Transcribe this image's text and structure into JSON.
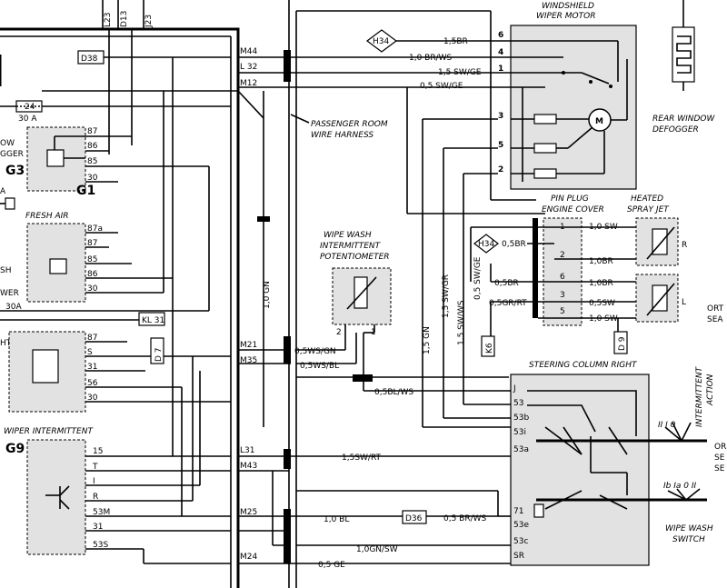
{
  "components": {
    "wiper_motor": {
      "title1": "WINDSHIELD",
      "title2": "WIPER MOTOR",
      "pins": [
        "6",
        "4",
        "1",
        "3",
        "5",
        "2"
      ]
    },
    "rear_defogger": {
      "title1": "REAR WINDOW",
      "title2": "DEFOGGER"
    },
    "passenger_harness": {
      "title1": "PASSENGER ROOM",
      "title2": "WIRE HARNESS"
    },
    "pin_plug": {
      "title1": "PIN PLUG",
      "title2": "ENGINE COVER",
      "pins": [
        "1",
        "2",
        "6",
        "3",
        "5"
      ]
    },
    "spray_jet": {
      "title1": "HEATED",
      "title2": "SPRAY JET",
      "r": "R",
      "l": "L"
    },
    "potentiometer": {
      "title1": "WIPE WASH",
      "title2": "INTERMITTENT",
      "title3": "POTENTIOMETER",
      "pin2": "2",
      "pin1": "1"
    },
    "steering_column": {
      "title": "STEERING COLUMN RIGHT",
      "pins": [
        "J",
        "53",
        "53b",
        "53i",
        "53a",
        "71",
        "53e",
        "53c",
        "SR"
      ]
    },
    "intermittent_action": {
      "title1": "INTERMITTENT",
      "title2": "ACTION",
      "positions": "II  I  0"
    },
    "wipe_wash_switch": {
      "title1": "WIPE WASH",
      "title2": "SWITCH",
      "positions": "Ib Ia 0  II"
    },
    "left": {
      "fuse_label": "24",
      "fuse_amp": "30 A",
      "defogger_relay": {
        "tag": "G3",
        "frag1": "OW",
        "frag2": "GGER",
        "pins": [
          "87",
          "86",
          "85",
          "30"
        ]
      },
      "fresh_air": {
        "title": "FRESH AIR",
        "tag": "G1",
        "pins": [
          "87a",
          "87",
          "85",
          "86",
          "30"
        ],
        "frag1": "A",
        "frag2": "SH",
        "frag3": "WER",
        "fuse": "30A"
      },
      "relay3": {
        "frag": "HT",
        "pins": [
          "87",
          "S",
          "31",
          "56",
          "30"
        ]
      },
      "wiper_intermittent": {
        "title": "WIPER INTERMITTENT",
        "tag": "G9",
        "pins": [
          "15",
          "T",
          "I",
          "R",
          "53M",
          "31",
          "53S"
        ]
      }
    },
    "connectors": [
      "M44",
      "L 32",
      "M12",
      "M21",
      "M35",
      "L31",
      "M43",
      "M25",
      "M24"
    ],
    "tags": {
      "d38": "D38",
      "h34a": "H34",
      "h34b": "H34",
      "kl31": "KL 31",
      "d7": "D 7",
      "d36": "D36",
      "k6": "K6",
      "d9": "D 9"
    },
    "top_wires": [
      "L23",
      "D13",
      "J23"
    ],
    "right_edge": {
      "a1": "ORT",
      "a2": "SEA",
      "b1": "OR",
      "b2": "SE",
      "b3": "SE"
    }
  },
  "wires": {
    "m44": "1,5BR",
    "l32": "1,0 BR/WS",
    "sw_ge": "1,5 SW/GE",
    "sw_ge05": "0,5 SW/GE",
    "v15gn_left": "1,0 GN",
    "v15gn": "1,5 GN",
    "v15swgr": "1,5 SW/GR",
    "v15swws": "1,5 SW/WS",
    "v05swge": "0,5 SW/GE",
    "m21": "0,5WS/GN",
    "m35": "0,5WS/BL",
    "blws": "0,5BL/WS",
    "l31": "1,5SW/RT",
    "m25": "1,0 BL",
    "d36": "0,5 BR/WS",
    "m43": "1,0GN/SW",
    "m24": "0,5 GE",
    "pp1": "1,0 SW",
    "pp2": "0,5BR",
    "pp2r": "1,0BR",
    "pp6": "0,5BR",
    "pp6r": "1,0BR",
    "pp3": "0,5GR/RT",
    "pp3r": "0,5SW",
    "pp5": "1,0 SW"
  }
}
